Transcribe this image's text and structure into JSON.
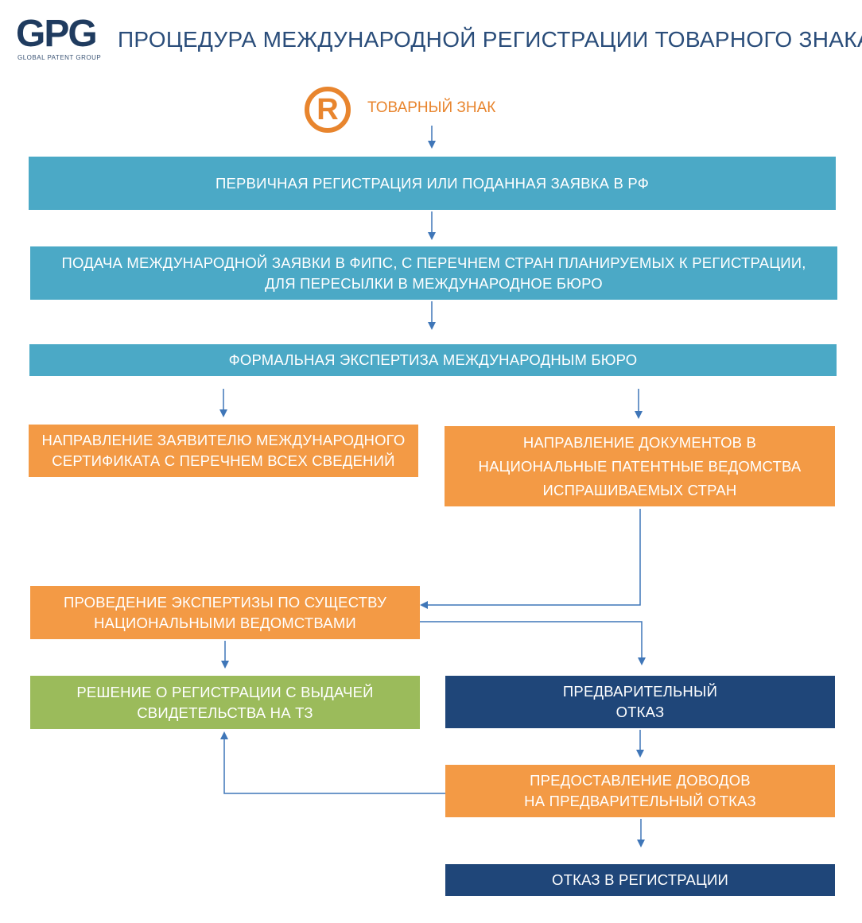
{
  "logo": {
    "letters": "GPG",
    "tagline": "GLOBAL PATENT GROUP"
  },
  "title": "ПРОЦЕДУРА МЕЖДУНАРОДНОЙ РЕГИСТРАЦИИ ТОВАРНОГО ЗНАКА",
  "trademark": {
    "symbol": "R",
    "label": "ТОВАРНЫЙ ЗНАК"
  },
  "steps": {
    "primary": "ПЕРВИЧНАЯ РЕГИСТРАЦИЯ ИЛИ ПОДАННАЯ ЗАЯВКА В РФ",
    "filing": "ПОДАЧА МЕЖДУНАРОДНОЙ ЗАЯВКИ В ФИПС, С ПЕРЕЧНЕМ СТРАН ПЛАНИРУЕМЫХ К РЕГИСТРАЦИИ,\nДЛЯ ПЕРЕСЫЛКИ В МЕЖДУНАРОДНОЕ БЮРО",
    "formal_exam": "ФОРМАЛЬНАЯ ЭКСПЕРТИЗА МЕЖДУНАРОДНЫМ БЮРО",
    "certificate": "НАПРАВЛЕНИЕ ЗАЯВИТЕЛЮ МЕЖДУНАРОДНОГО\nСЕРТИФИКАТА С ПЕРЕЧНЕМ ВСЕХ СВЕДЕНИЙ",
    "documents": "НАПРАВЛЕНИЕ ДОКУМЕНТОВ В\nНАЦИОНАЛЬНЫЕ ПАТЕНТНЫЕ ВЕДОМСТВА\nИСПРАШИВАЕМЫХ СТРАН",
    "substantive_exam": "ПРОВЕДЕНИЕ ЭКСПЕРТИЗЫ  ПО СУЩЕСТВУ\nНАЦИОНАЛЬНЫМИ ВЕДОМСТВАМИ",
    "decision": "РЕШЕНИЕ О РЕГИСТРАЦИИ  С ВЫДАЧЕЙ\nСВИДЕТЕЛЬСТВА НА ТЗ",
    "preliminary_refusal": "ПРЕДВАРИТЕЛЬНЫЙ\nОТКАЗ",
    "arguments": "ПРЕДОСТАВЛЕНИЕ ДОВОДОВ\nНА ПРЕДВАРИТЕЛЬНЫЙ ОТКАЗ",
    "final_refusal": "ОТКАЗ  В РЕГИСТРАЦИИ"
  },
  "colors": {
    "teal": "#4ba9c6",
    "orange": "#f39a45",
    "green": "#9bbb5b",
    "navy": "#1f4679",
    "title": "#2a4d7a",
    "arrow": "#3f76b8"
  }
}
